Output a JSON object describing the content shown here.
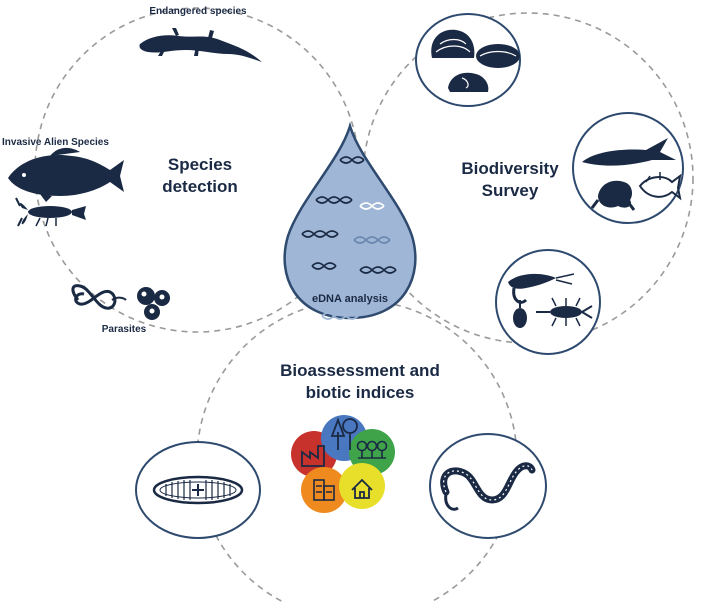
{
  "center": {
    "label": "eDNA analysis"
  },
  "sections": {
    "species_detection": {
      "line1": "Species",
      "line2": "detection"
    },
    "biodiversity_survey": {
      "line1": "Biodiversity",
      "line2": "Survey"
    },
    "bioassessment": {
      "line1": "Bioassessment and",
      "line2": "biotic indices"
    }
  },
  "labels": {
    "endangered": "Endangered species",
    "invasive": "Invasive Alien Species",
    "parasites": "Parasites"
  },
  "icons": {
    "newt": "newt-silhouette-icon",
    "carp": "carp-silhouette-icon",
    "crayfish": "crayfish-silhouette-icon",
    "parasite": "parasite-icon",
    "mollusc": "mollusc-icon",
    "fish_frog": "fish-frog-icon",
    "invertebrate": "invertebrate-icon",
    "diatom": "diatom-icon",
    "worm": "worm-icon",
    "indices": "biotic-indices-icon"
  },
  "colors": {
    "silhouette": "#1b2a44",
    "drop_fill": "#9fb6d6",
    "drop_stroke": "#2e4a6e",
    "dashed_line": "#9a9a9a",
    "index_red": "#c8322c",
    "index_blue": "#4a78c0",
    "index_green": "#3fa34a",
    "index_orange": "#ef8a1e",
    "index_yellow": "#e8df2a"
  }
}
